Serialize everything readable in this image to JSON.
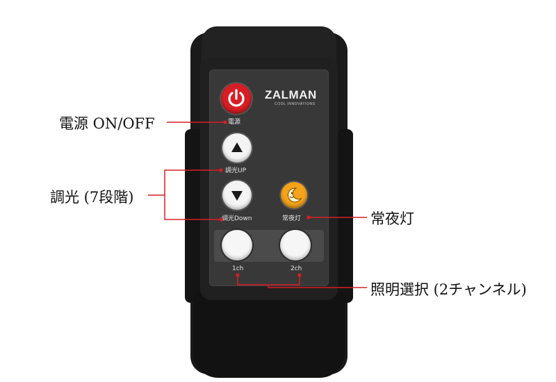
{
  "brand": {
    "name": "ZALMAN",
    "tagline": "COOL INNOVATIONS"
  },
  "panel_labels": {
    "power": "電源",
    "dim_up": "調光UP",
    "dim_down": "調光Down",
    "night_light": "常夜灯",
    "ch1": "1ch",
    "ch2": "2ch"
  },
  "callouts": {
    "power": "電源 ON/OFF",
    "dimming": "調光 (7段階)",
    "night_light": "常夜灯",
    "channel": "照明選択 (2チャンネル)"
  },
  "colors": {
    "power_button": "#d81e25",
    "night_button": "#f5a31a",
    "leader_line": "#d81e25",
    "body": "#1b1b1b",
    "panel": "#3a3a3a"
  },
  "icons": {
    "power": "power-icon",
    "up": "triangle-up-icon",
    "down": "triangle-down-icon",
    "night": "moon-face-icon"
  }
}
